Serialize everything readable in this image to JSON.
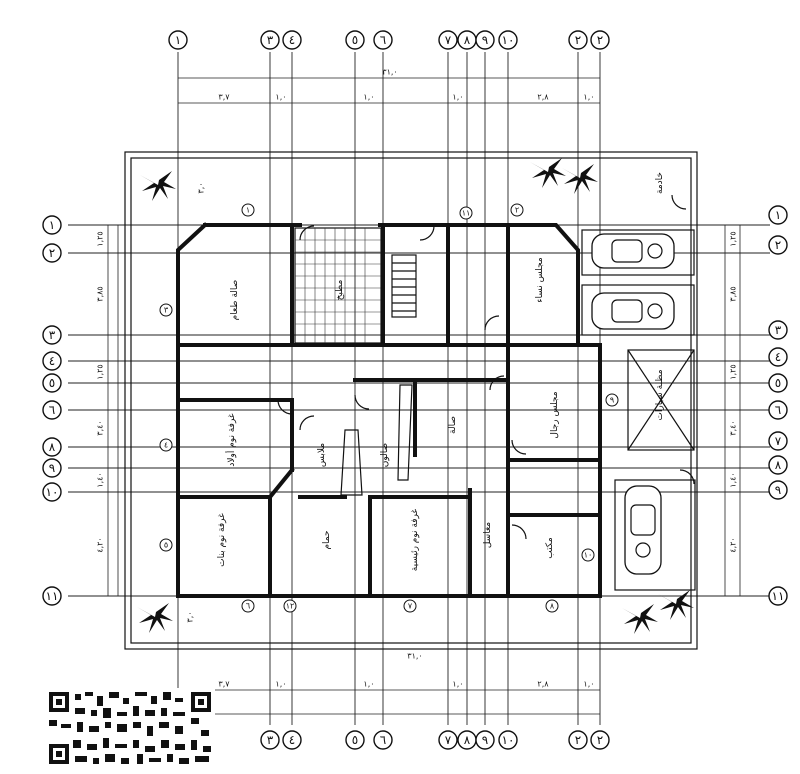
{
  "grid": {
    "column_labels": [
      "١",
      "٣",
      "٤",
      "٥",
      "٦",
      "٧",
      "٨",
      "٩",
      "١٠",
      "٢",
      "٢"
    ],
    "row_labels_left": [
      "١",
      "٢",
      "٣",
      "٤",
      "٥",
      "٦",
      "٨",
      "٩",
      "١٠",
      "١١"
    ],
    "row_labels_right": [
      "١",
      "٢",
      "٣",
      "٤",
      "٥",
      "٦",
      "٧",
      "٨",
      "٩",
      "١١"
    ]
  },
  "dimensions": {
    "top_total": "٣١,٠",
    "top_segments": [
      "٣,٧",
      "١,٠",
      "١,٠",
      "٢,٨",
      "١,٠",
      "١,٠"
    ],
    "bottom_total": "٣١,٠",
    "bottom_segments": [
      "٣,٧",
      "١,٠",
      "١,٠",
      "٢,٨",
      "١,٠",
      "١,٠"
    ],
    "left_segments": [
      "١,٢٥",
      "٣,٨٥",
      "١,٢٥",
      "٣,٤٠",
      "١,٤٠",
      "٤,٢٠"
    ],
    "right_segments": [
      "١,٢٥",
      "٣,٨٥",
      "١,٢٥",
      "٣,٤٠",
      "١,٤٠",
      "٤,٢٠"
    ],
    "setback_top": "٣,٠",
    "setback_bottom": "٣,٠"
  },
  "rooms": [
    {
      "id": "dining",
      "label": "صالة طعام"
    },
    {
      "id": "kitchen",
      "label": "مطبخ"
    },
    {
      "id": "men_majlis",
      "label": "مجلس نساء"
    },
    {
      "id": "boys_bedroom",
      "label": "غرفة نوم أولاد"
    },
    {
      "id": "girls_bedroom",
      "label": "غرفة نوم بنات"
    },
    {
      "id": "master_bedroom",
      "label": "غرفة نوم رئيسية"
    },
    {
      "id": "hall",
      "label": "صالة"
    },
    {
      "id": "men_hall",
      "label": "مجلس رجال"
    },
    {
      "id": "office",
      "label": "مكتب"
    },
    {
      "id": "garage",
      "label": "مظلة سيارات"
    },
    {
      "id": "wardrobe",
      "label": "ملابس"
    },
    {
      "id": "bath",
      "label": "حمام"
    },
    {
      "id": "lobby",
      "label": "صالون"
    },
    {
      "id": "maid",
      "label": "خادمة"
    },
    {
      "id": "toilet",
      "label": "مغاسل"
    }
  ],
  "room_markers": [
    "١",
    "٢",
    "٣",
    "٤",
    "٥",
    "٦",
    "٧",
    "٨",
    "٩",
    "١٠",
    "١١",
    "١٢"
  ]
}
